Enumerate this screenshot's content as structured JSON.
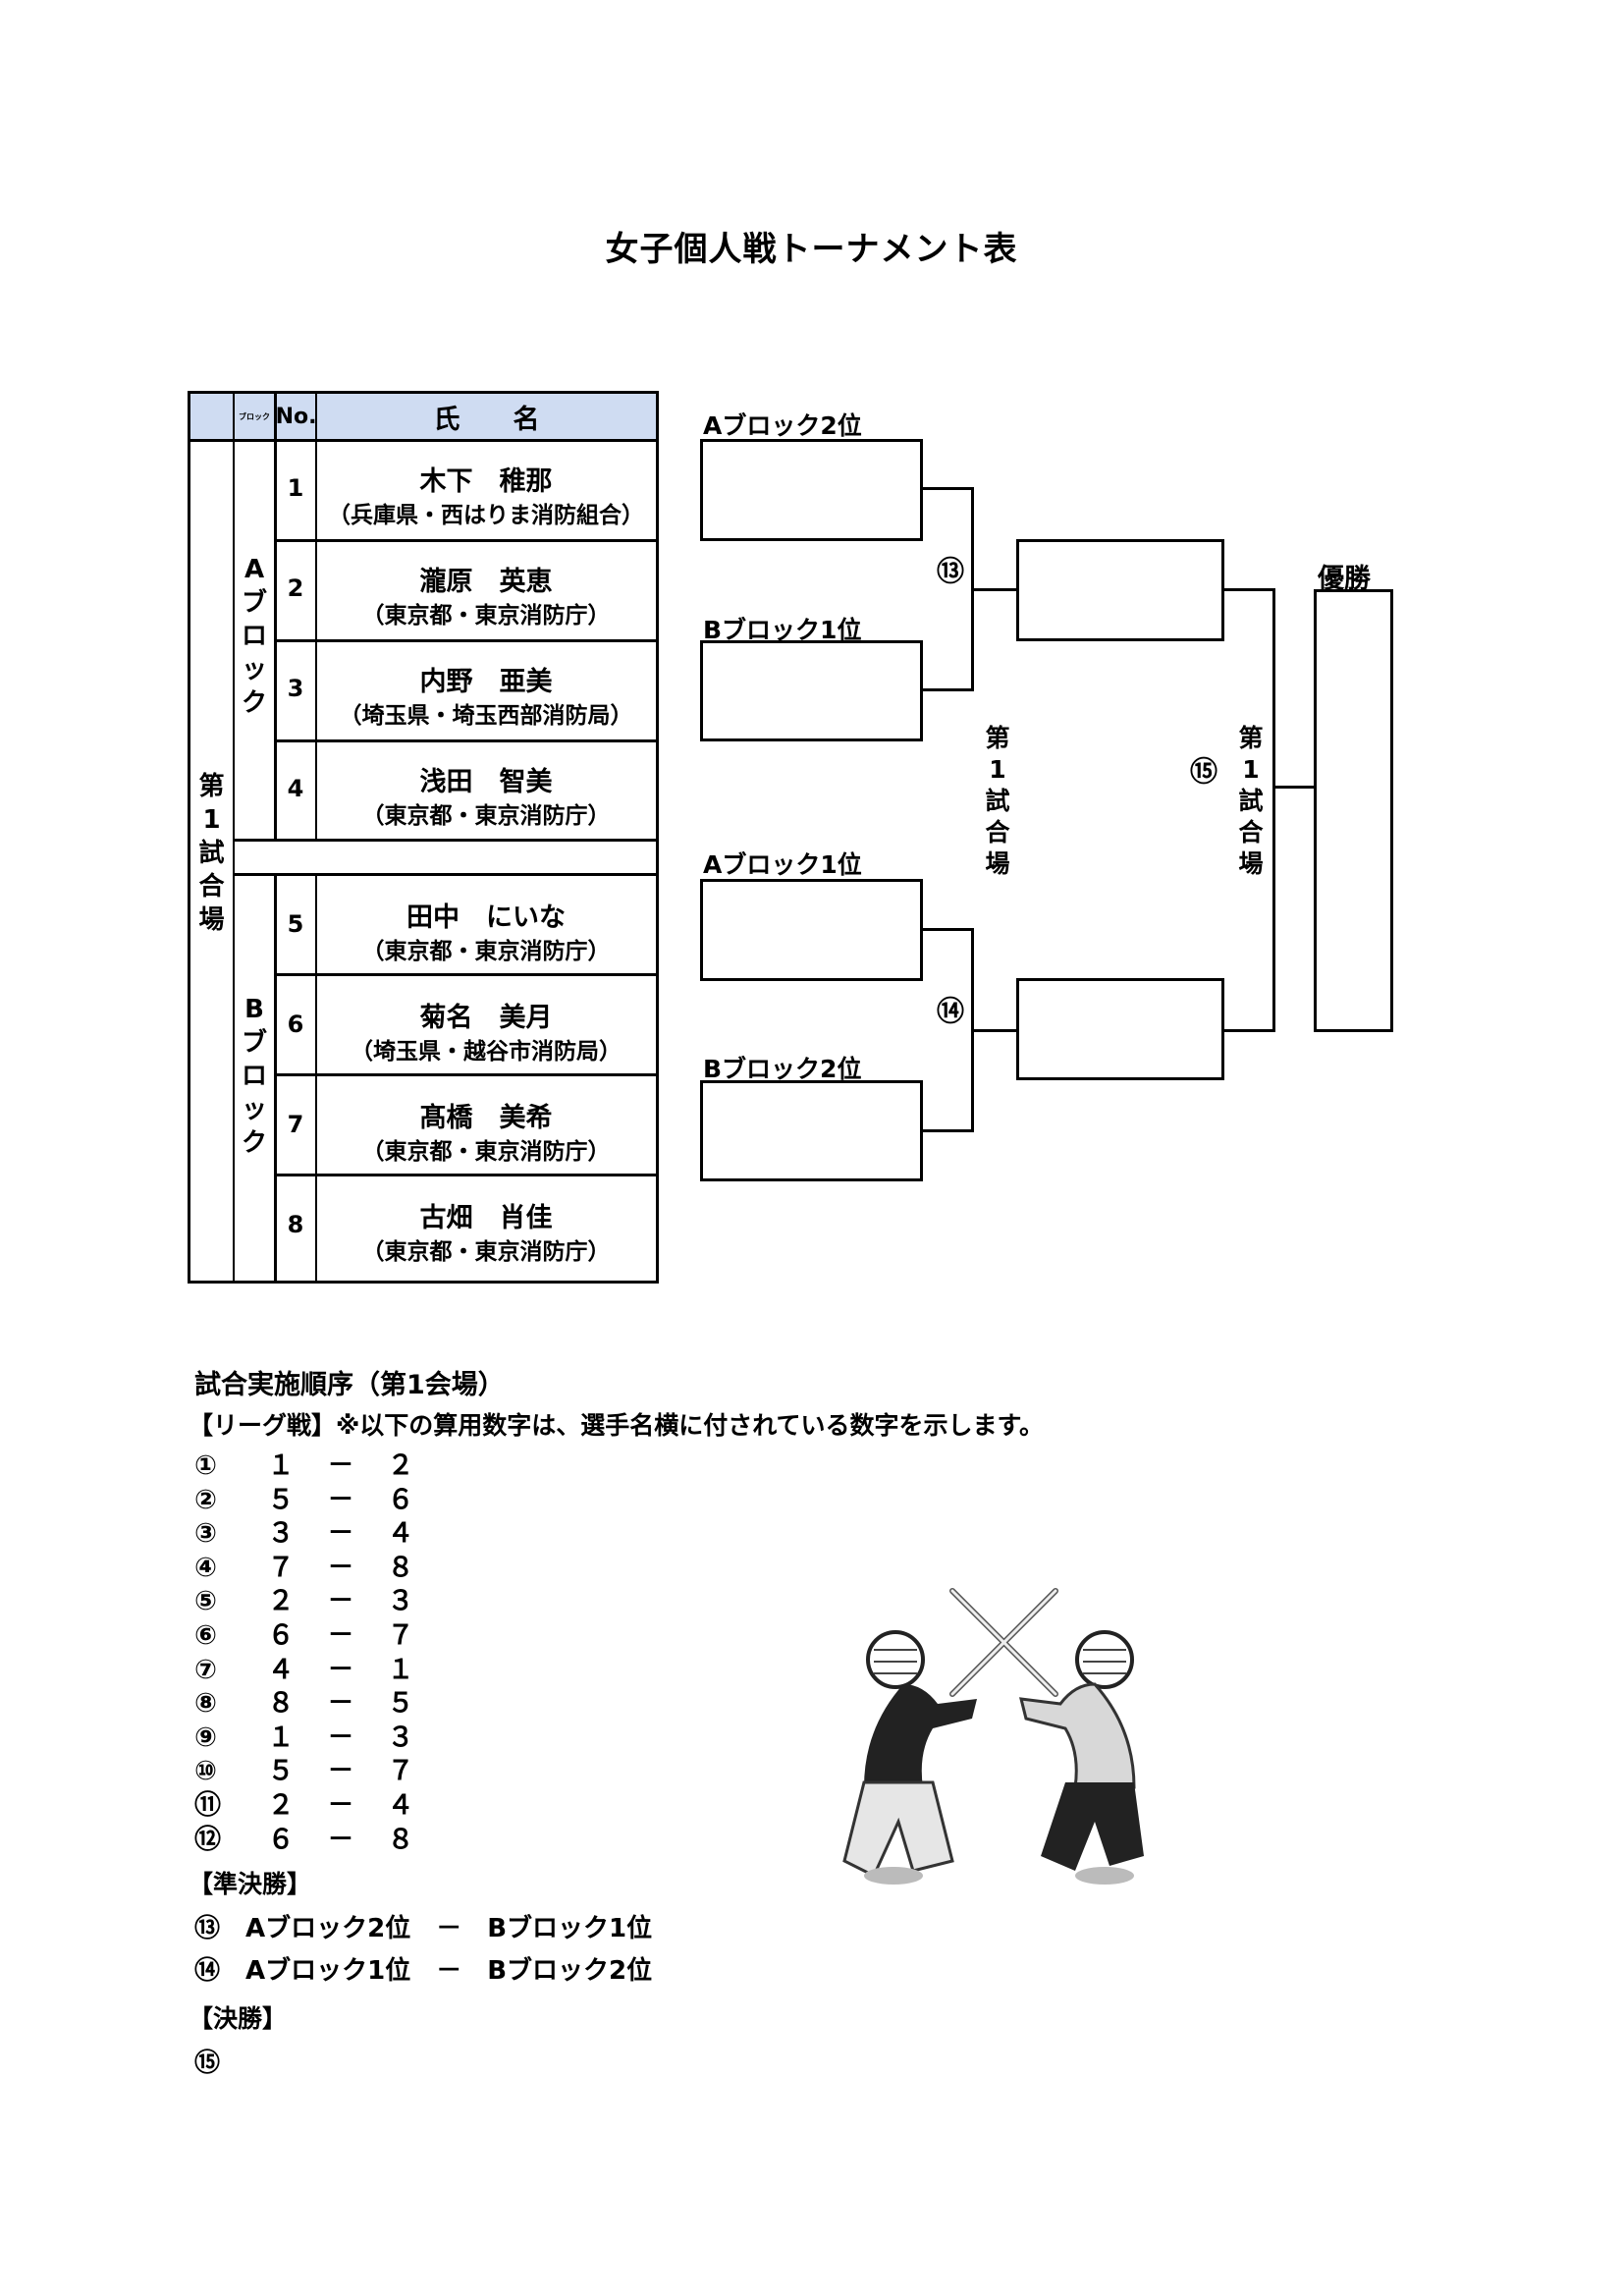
{
  "title": "女子個人戦トーナメント表",
  "table": {
    "header": {
      "block": "ブロック",
      "no": "No.",
      "name": "氏　　名"
    },
    "venue": "第1試合場",
    "block_a": "Aブロック",
    "block_b": "Bブロック",
    "players": [
      {
        "no": "1",
        "name": "木下　稚那",
        "org": "（兵庫県・西はりま消防組合）"
      },
      {
        "no": "2",
        "name": "瀧原　英恵",
        "org": "（東京都・東京消防庁）"
      },
      {
        "no": "3",
        "name": "内野　亜美",
        "org": "（埼玉県・埼玉西部消防局）"
      },
      {
        "no": "4",
        "name": "浅田　智美",
        "org": "（東京都・東京消防庁）"
      },
      {
        "no": "5",
        "name": "田中　にいな",
        "org": "（東京都・東京消防庁）"
      },
      {
        "no": "6",
        "name": "菊名　美月",
        "org": "（埼玉県・越谷市消防局）"
      },
      {
        "no": "7",
        "name": "髙橋　美希",
        "org": "（東京都・東京消防庁）"
      },
      {
        "no": "8",
        "name": "古畑　肖佳",
        "org": "（東京都・東京消防庁）"
      }
    ]
  },
  "bracket": {
    "slot1": "Aブロック2位",
    "slot2": "Bブロック1位",
    "slot3": "Aブロック1位",
    "slot4": "Bブロック2位",
    "semi1": "⑬",
    "semi2": "⑭",
    "final": "⑮",
    "venue_semi": "第1試合場",
    "venue_final": "第1試合場",
    "champion": "優勝"
  },
  "schedule": {
    "title": "試合実施順序（第1会場）",
    "league_title": "【リーグ戦】※以下の算用数字は、選手名横に付されている数字を示します。",
    "matches": [
      {
        "no": "①",
        "a": "１",
        "dash": "－",
        "b": "２"
      },
      {
        "no": "②",
        "a": "５",
        "dash": "－",
        "b": "６"
      },
      {
        "no": "③",
        "a": "３",
        "dash": "－",
        "b": "４"
      },
      {
        "no": "④",
        "a": "７",
        "dash": "－",
        "b": "８"
      },
      {
        "no": "⑤",
        "a": "２",
        "dash": "－",
        "b": "３"
      },
      {
        "no": "⑥",
        "a": "６",
        "dash": "－",
        "b": "７"
      },
      {
        "no": "⑦",
        "a": "４",
        "dash": "－",
        "b": "１"
      },
      {
        "no": "⑧",
        "a": "８",
        "dash": "－",
        "b": "５"
      },
      {
        "no": "⑨",
        "a": "１",
        "dash": "－",
        "b": "３"
      },
      {
        "no": "⑩",
        "a": "５",
        "dash": "－",
        "b": "７"
      },
      {
        "no": "⑪",
        "a": "２",
        "dash": "－",
        "b": "４"
      },
      {
        "no": "⑫",
        "a": "６",
        "dash": "－",
        "b": "８"
      }
    ],
    "semi_title": "【準決勝】",
    "semis": [
      "⑬　Aブロック2位　－　Bブロック1位",
      "⑭　Aブロック1位　－　Bブロック2位"
    ],
    "final_title": "【決勝】",
    "final": "⑮"
  },
  "illustration": {
    "icon": "kendo-match-illustration"
  }
}
